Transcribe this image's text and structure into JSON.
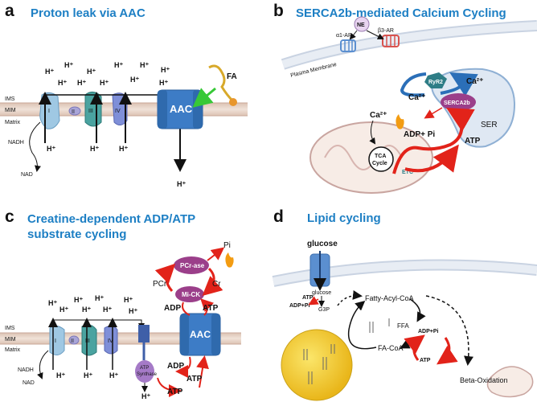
{
  "panels": {
    "a": {
      "letter": "a",
      "title": "Proton leak via AAC",
      "ims": "IMS",
      "mim": "MIM",
      "matrix": "Matrix",
      "complex_i": "I",
      "complex_ii": "II",
      "complex_iii": "III",
      "complex_iv": "IV",
      "aac": "AAC",
      "fa": "FA",
      "nadh": "NADH",
      "nad": "NAD",
      "hplus": "H⁺"
    },
    "b": {
      "letter": "b",
      "title": "SERCA2b-mediated Calcium Cycling",
      "ne": "NE",
      "a1ar": "α1-AR",
      "b3ar": "β3-AR",
      "plasma": "Plasma Membrane",
      "ryr2": "RyR2",
      "serca": "SERCA2b",
      "ca": "Ca²⁺",
      "ser": "SER",
      "adp_pi": "ADP+ Pi",
      "atp": "ATP",
      "tca1": "TCA",
      "tca2": "Cycle",
      "etc": "ETC"
    },
    "c": {
      "letter": "c",
      "title_line1": "Creatine-dependent ADP/ATP",
      "title_line2": "substrate cycling",
      "pcrase": "PCr-ase",
      "mick": "Mi-CK",
      "pcr": "PCr",
      "cr": "Cr",
      "pi": "Pi",
      "adp": "ADP",
      "atp": "ATP",
      "aac": "AAC",
      "atp_synthase1": "ATP",
      "atp_synthase2": "Synthase",
      "ims": "IMS",
      "mim": "MIM",
      "matrix": "Matrix",
      "complex_i": "I",
      "complex_ii": "II",
      "complex_iii": "III",
      "complex_iv": "IV",
      "nadh": "NADH",
      "nad": "NAD",
      "hplus": "H⁺"
    },
    "d": {
      "letter": "d",
      "title": "Lipid cycling",
      "glucose": "glucose",
      "glucose_small": "glucose",
      "atp": "ATP",
      "adp_pi": "ADP+Pi",
      "g3p": "G3P",
      "fatty_acyl_coa": "Fatty-Acyl-CoA",
      "ffa": "FFA",
      "fa_coa": "FA-CoA",
      "adp_pi2": "ADP+Pi",
      "atp2": "ATP",
      "beta_ox": "Beta-Oxidation"
    }
  },
  "colors": {
    "title": "#1d7fc4",
    "arrow_red": "#e2231a",
    "membrane": "#e9d3c7",
    "aac": "#3d7cc6",
    "serca": "#9b3f8a",
    "pcrase": "#9b3f8a",
    "ryr2": "#2e7d86",
    "lipid": "#f2cd2d"
  }
}
